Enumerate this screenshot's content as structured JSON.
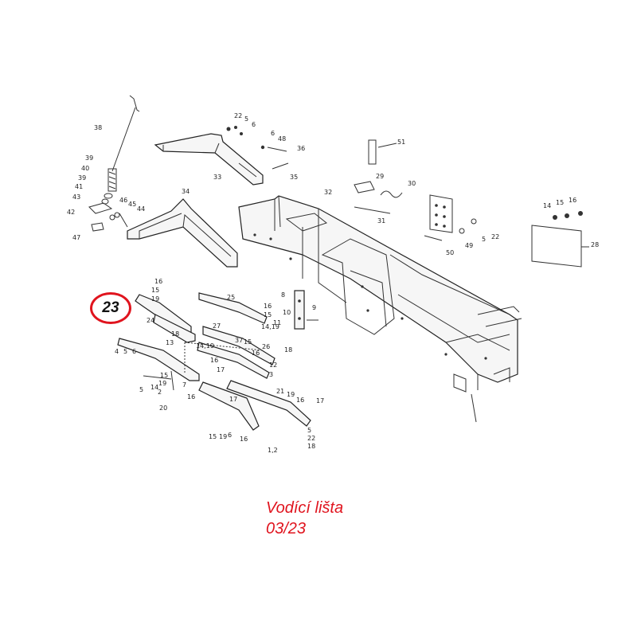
{
  "callout": {
    "number": "23"
  },
  "caption": {
    "title": "Vodící lišta",
    "code": "03/23"
  },
  "part_labels": [
    {
      "id": "p38",
      "text": "38"
    },
    {
      "id": "p39a",
      "text": "39"
    },
    {
      "id": "p40",
      "text": "40"
    },
    {
      "id": "p39b",
      "text": "39"
    },
    {
      "id": "p41",
      "text": "41"
    },
    {
      "id": "p43",
      "text": "43"
    },
    {
      "id": "p46",
      "text": "46"
    },
    {
      "id": "p45",
      "text": "45"
    },
    {
      "id": "p44",
      "text": "44"
    },
    {
      "id": "p42",
      "text": "42"
    },
    {
      "id": "p47",
      "text": "47"
    },
    {
      "id": "p34",
      "text": "34"
    },
    {
      "id": "p22a",
      "text": "22"
    },
    {
      "id": "p5a",
      "text": "5"
    },
    {
      "id": "p6a",
      "text": "6"
    },
    {
      "id": "p6b",
      "text": "6"
    },
    {
      "id": "p48",
      "text": "48"
    },
    {
      "id": "p36",
      "text": "36"
    },
    {
      "id": "p33",
      "text": "33"
    },
    {
      "id": "p35",
      "text": "35"
    },
    {
      "id": "p51",
      "text": "51"
    },
    {
      "id": "p29",
      "text": "29"
    },
    {
      "id": "p30",
      "text": "30"
    },
    {
      "id": "p32",
      "text": "32"
    },
    {
      "id": "p31",
      "text": "31"
    },
    {
      "id": "p5b",
      "text": "5"
    },
    {
      "id": "p22b",
      "text": "22"
    },
    {
      "id": "p49",
      "text": "49"
    },
    {
      "id": "p50",
      "text": "50"
    },
    {
      "id": "p14a",
      "text": "14"
    },
    {
      "id": "p15a",
      "text": "15"
    },
    {
      "id": "p16a",
      "text": "16"
    },
    {
      "id": "p28",
      "text": "28"
    },
    {
      "id": "p16b",
      "text": "16"
    },
    {
      "id": "p15b",
      "text": "15"
    },
    {
      "id": "p19a",
      "text": "19"
    },
    {
      "id": "p24",
      "text": "24"
    },
    {
      "id": "p18a",
      "text": "18"
    },
    {
      "id": "p13",
      "text": "13"
    },
    {
      "id": "p6c",
      "text": "6"
    },
    {
      "id": "p5c",
      "text": "5"
    },
    {
      "id": "p4",
      "text": "4"
    },
    {
      "id": "p25",
      "text": "25"
    },
    {
      "id": "p16c",
      "text": "16"
    },
    {
      "id": "p15c",
      "text": "15"
    },
    {
      "id": "p1419a",
      "text": "14,19"
    },
    {
      "id": "p27",
      "text": "27"
    },
    {
      "id": "p8",
      "text": "8"
    },
    {
      "id": "p10",
      "text": "10"
    },
    {
      "id": "p11",
      "text": "11"
    },
    {
      "id": "p9",
      "text": "9"
    },
    {
      "id": "p37",
      "text": "37"
    },
    {
      "id": "p15d",
      "text": "15"
    },
    {
      "id": "p16d",
      "text": "16"
    },
    {
      "id": "p26",
      "text": "26"
    },
    {
      "id": "p18b",
      "text": "18"
    },
    {
      "id": "p1419b",
      "text": "14,19"
    },
    {
      "id": "p16e",
      "text": "16"
    },
    {
      "id": "p17a",
      "text": "17"
    },
    {
      "id": "p12",
      "text": "12"
    },
    {
      "id": "p3",
      "text": "3"
    },
    {
      "id": "p15e",
      "text": "15"
    },
    {
      "id": "p7",
      "text": "7"
    },
    {
      "id": "p5d",
      "text": "5"
    },
    {
      "id": "p14b",
      "text": "14"
    },
    {
      "id": "p19b",
      "text": "19"
    },
    {
      "id": "p2",
      "text": "2"
    },
    {
      "id": "p16f",
      "text": "16"
    },
    {
      "id": "p20",
      "text": "20"
    },
    {
      "id": "p21",
      "text": "21"
    },
    {
      "id": "p19c",
      "text": "19"
    },
    {
      "id": "p16g",
      "text": "16"
    },
    {
      "id": "p17b",
      "text": "17"
    },
    {
      "id": "p17c",
      "text": "17"
    },
    {
      "id": "p16h",
      "text": "16"
    },
    {
      "id": "p15f",
      "text": "15"
    },
    {
      "id": "p19d",
      "text": "19"
    },
    {
      "id": "p6d",
      "text": "6"
    },
    {
      "id": "p5e",
      "text": "5"
    },
    {
      "id": "p22c",
      "text": "22"
    },
    {
      "id": "p18c",
      "text": "18"
    },
    {
      "id": "p1_2",
      "text": "1,2"
    }
  ]
}
